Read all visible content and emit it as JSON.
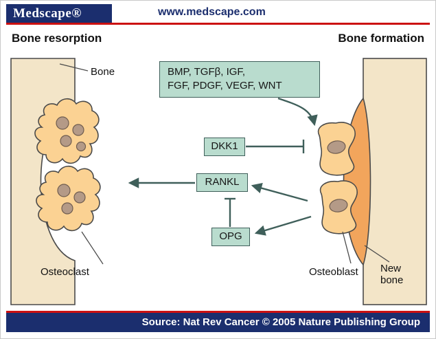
{
  "header": {
    "logo": "Medscape®",
    "url": "www.medscape.com"
  },
  "titles": {
    "left": "Bone resorption",
    "right": "Bone formation"
  },
  "labels": {
    "bone": "Bone",
    "osteoclast": "Osteoclast",
    "osteoblast": "Osteoblast",
    "new_bone_line1": "New",
    "new_bone_line2": "bone"
  },
  "boxes": {
    "growth_factors_line1": "BMP, TGFβ, IGF,",
    "growth_factors_line2": "FGF, PDGF, VEGF, WNT",
    "dkk1": "DKK1",
    "rankl": "RANKL",
    "opg": "OPG"
  },
  "footer": {
    "source": "Source: Nat Rev Cancer © 2005 Nature Publishing Group"
  },
  "colors": {
    "navy": "#1b2e6e",
    "red": "#cc1111",
    "box_fill": "#b9dcce",
    "box_border": "#3f5f5a",
    "bone_fill": "#f3e5c8",
    "cell_fill": "#fbd293",
    "nucleus": "#b49a87",
    "new_bone": "#f2a55c",
    "arrow": "#3f5f5a"
  }
}
